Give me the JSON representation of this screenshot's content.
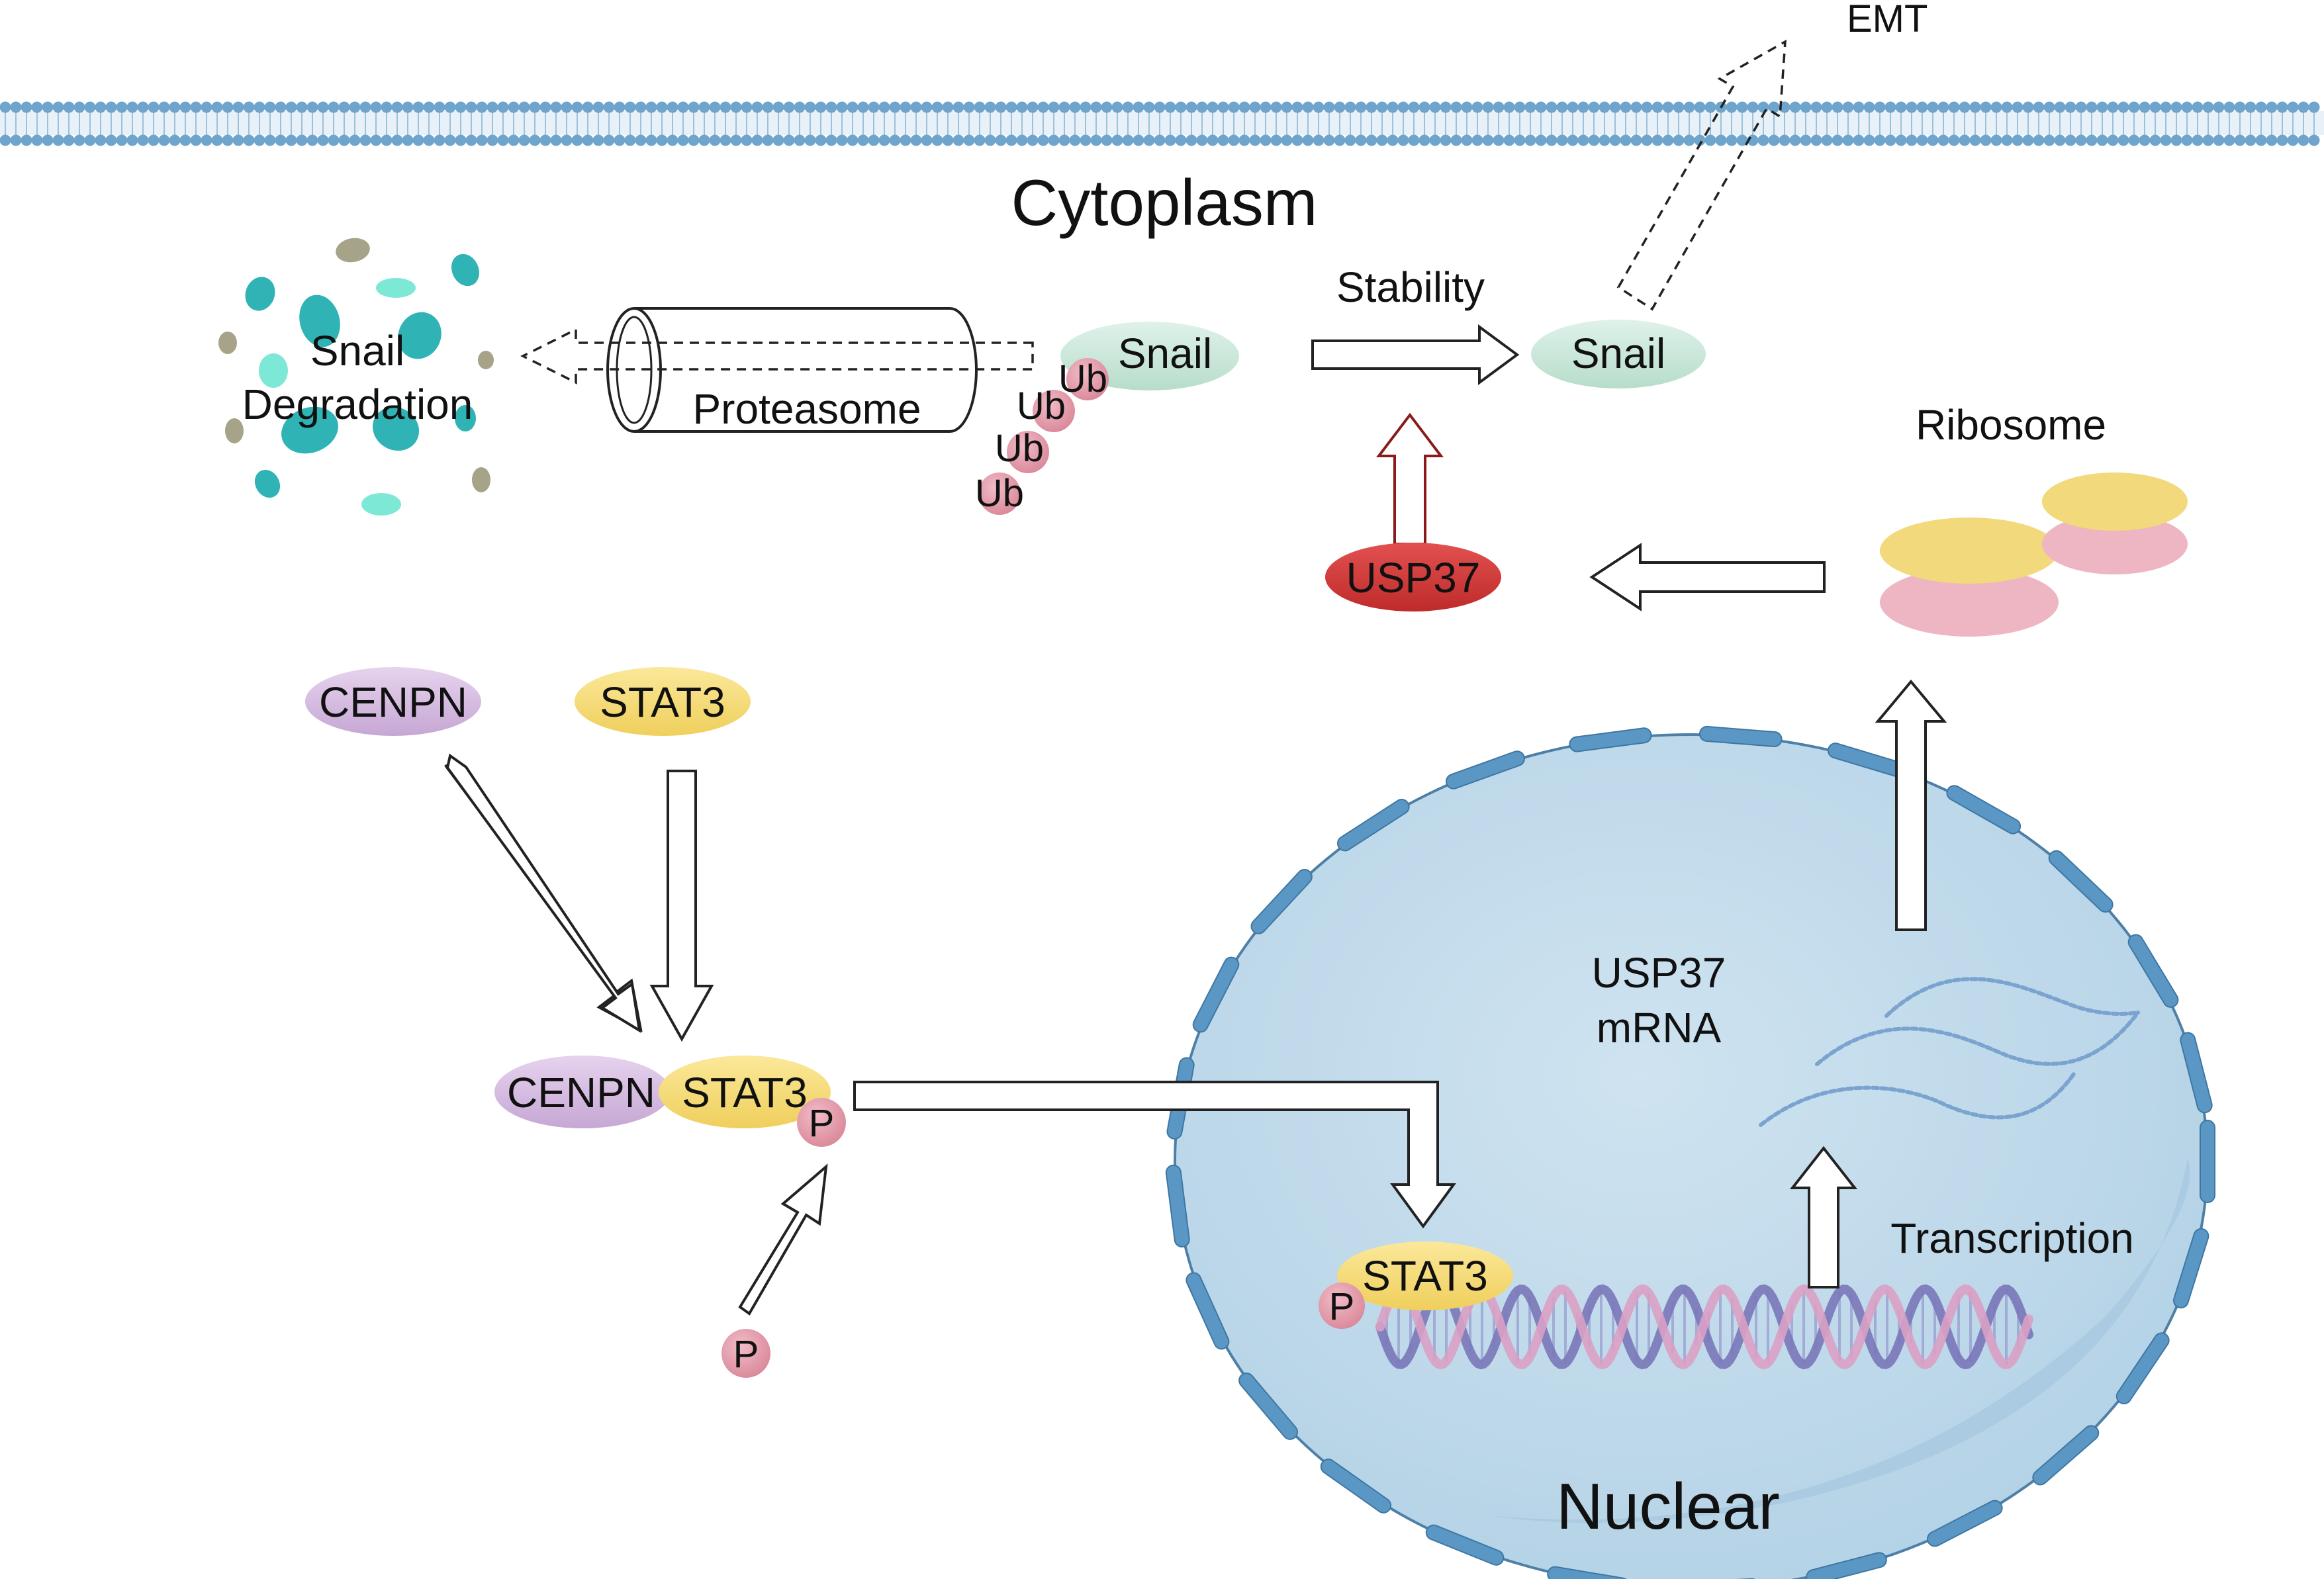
{
  "labels": {
    "emt": "EMT",
    "cytoplasm": "Cytoplasm",
    "stability": "Stability",
    "snail": "Snail",
    "snail_degradation_line1": "Snail",
    "snail_degradation_line2": "Degradation",
    "proteasome": "Proteasome",
    "ub": "Ub",
    "ribosome": "Ribosome",
    "usp37": "USP37",
    "cenpn": "CENPN",
    "stat3": "STAT3",
    "p": "P",
    "usp37_mrna_line1": "USP37",
    "usp37_mrna_line2": "mRNA",
    "transcription": "Transcription",
    "nuclear": "Nuclear"
  },
  "colors": {
    "membrane": "#6fa5cc",
    "snail": "#cfe9dd",
    "ub": "#e8a3b2",
    "usp37": "#d63c3c",
    "cenpn": "#d7bfe0",
    "stat3": "#f7de7a",
    "nucleus": "#c3dceb",
    "nuclear_pore": "#5b97c4",
    "ribosome_top": "#f2d97c",
    "ribosome_bottom": "#eeb5c2",
    "debris_teal": "#2fb3b5",
    "debris_olive": "#a6a388"
  }
}
